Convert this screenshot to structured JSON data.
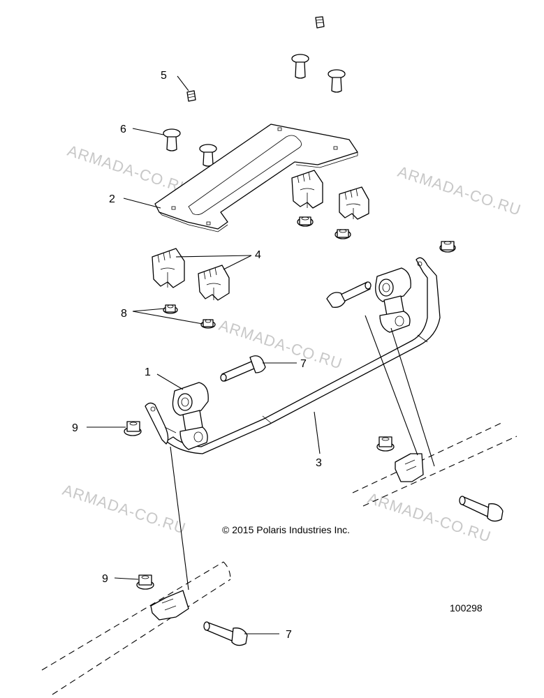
{
  "watermarks": [
    "ARMADA-CO.RU",
    "ARMADA-CO.RU",
    "ARMADA-CO.RU",
    "ARMADA-CO.RU",
    "ARMADA-CO.RU"
  ],
  "callouts": {
    "c1": "1",
    "c2": "2",
    "c3": "3",
    "c4": "4",
    "c5": "5",
    "c6": "6",
    "c7a": "7",
    "c7b": "7",
    "c8": "8",
    "c9a": "9",
    "c9b": "9"
  },
  "copyright": "© 2015 Polaris Industries Inc.",
  "figure_number": "100298"
}
